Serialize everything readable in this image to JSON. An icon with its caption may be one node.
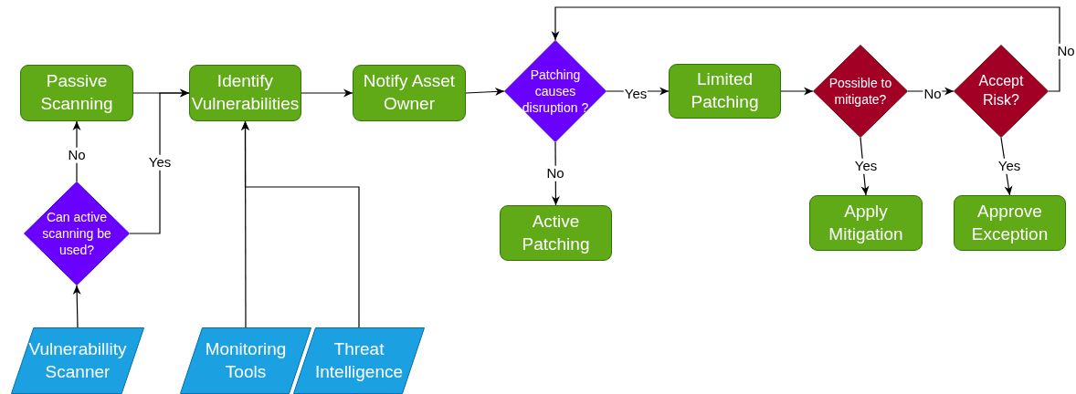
{
  "diagram": {
    "nodes": [
      {
        "text": [
          "Passive Scanning"
        ]
      },
      {
        "text": [
          "Identify Vulnerabilities"
        ]
      },
      {
        "text": [
          "Notify Asset Owner"
        ]
      },
      {
        "text": [
          "Patching causes disruption ?"
        ]
      },
      {
        "text": [
          "Limited Patching"
        ]
      },
      {
        "text": [
          "Possible to mitigate?"
        ]
      },
      {
        "text": [
          "Accept Risk?"
        ]
      },
      {
        "text": [
          "Can active scanning be used?"
        ]
      },
      {
        "text": [
          "Active Patching"
        ]
      },
      {
        "text": [
          "Apply Mitigation"
        ]
      },
      {
        "text": [
          "Approve Exception"
        ]
      },
      {
        "text": [
          "Vulnerabillity Scanner"
        ]
      },
      {
        "text": [
          "Monitoring Tools"
        ]
      },
      {
        "text": [
          "Threat Intelligence"
        ]
      }
    ],
    "edges": [
      {
        "from": 0,
        "to": 1,
        "arrow": "to"
      },
      {
        "from": 7,
        "to": 1,
        "label": "Yes",
        "arrow": "to"
      },
      {
        "from": 7,
        "to": 0,
        "label": "No",
        "arrow": "to"
      },
      {
        "from": 11,
        "to": 7,
        "arrow": "to"
      },
      {
        "from": 12,
        "to": 1,
        "arrow": "to"
      },
      {
        "from": 13,
        "to": 1,
        "arrow": "to"
      },
      {
        "from": 1,
        "to": 2,
        "arrow": "to"
      },
      {
        "from": 2,
        "to": 3,
        "arrow": "to"
      },
      {
        "from": 3,
        "to": 4,
        "label": "Yes",
        "arrow": "to"
      },
      {
        "from": 3,
        "to": 8,
        "label": "No",
        "arrow": "to"
      },
      {
        "from": 4,
        "to": 5,
        "arrow": "to"
      },
      {
        "from": 5,
        "to": 6,
        "label": "No",
        "arrow": "to"
      },
      {
        "from": 5,
        "to": 9,
        "label": "Yes",
        "arrow": "to"
      },
      {
        "from": 6,
        "to": 10,
        "label": "Yes",
        "arrow": "to"
      },
      {
        "from": 6,
        "to": 3,
        "label": "No",
        "arrow": "to"
      }
    ]
  }
}
